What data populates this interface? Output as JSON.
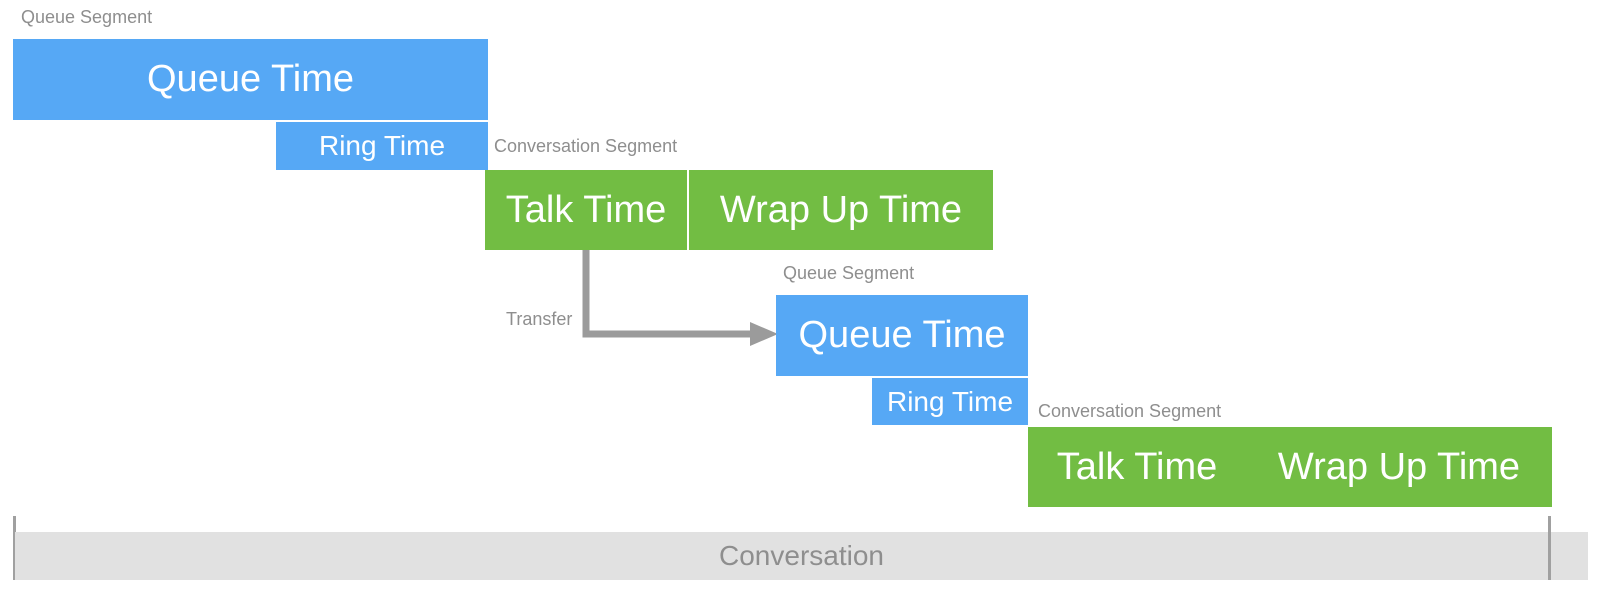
{
  "segments": {
    "queue1": {
      "segment_label": "Queue Segment",
      "queue_time": "Queue Time",
      "ring_time": "Ring Time"
    },
    "conversation1": {
      "segment_label": "Conversation Segment",
      "talk_time": "Talk Time",
      "wrap_up_time": "Wrap Up Time"
    },
    "transfer_label": "Transfer",
    "queue2": {
      "segment_label": "Queue Segment",
      "queue_time": "Queue Time",
      "ring_time": "Ring Time"
    },
    "conversation2": {
      "segment_label": "Conversation Segment",
      "talk_time": "Talk Time",
      "wrap_up_time": "Wrap Up Time"
    }
  },
  "conversation_label": "Conversation",
  "colors": {
    "queue": "#56a8f5",
    "conversation": "#72bd43",
    "bar": "#e1e1e1",
    "label": "#8e8e8e",
    "arrow": "#9b9b9b"
  }
}
